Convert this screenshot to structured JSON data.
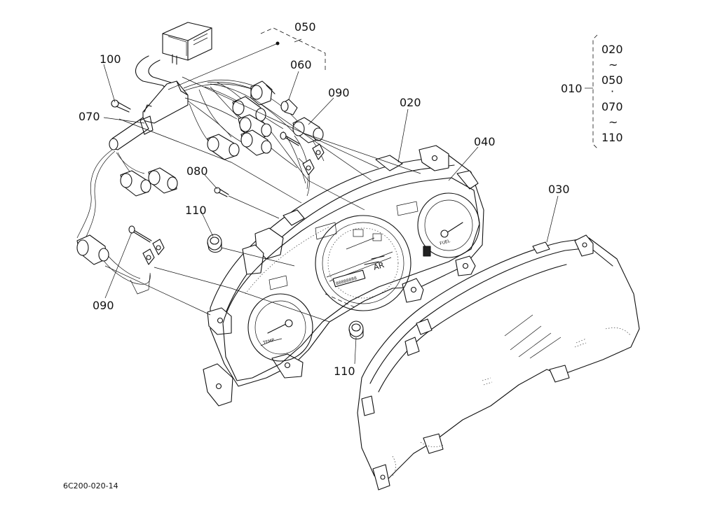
{
  "callouts": {
    "c050": "050",
    "c060": "060",
    "c090_top": "090",
    "c100": "100",
    "c070": "070",
    "c020": "020",
    "c040": "040",
    "c080": "080",
    "c110_left": "110",
    "c030": "030",
    "c090_bottom": "090",
    "c110_bottom": "110"
  },
  "legend": {
    "assembly": "010",
    "range1_start": "020",
    "range1_sep": "~",
    "range1_end": "050",
    "joiner": "·",
    "range2_start": "070",
    "range2_sep": "~",
    "range2_end": "110"
  },
  "gauges": {
    "temp": "TEMP",
    "fuel": "FUEL"
  },
  "drawing_code": "6C200-020-14"
}
